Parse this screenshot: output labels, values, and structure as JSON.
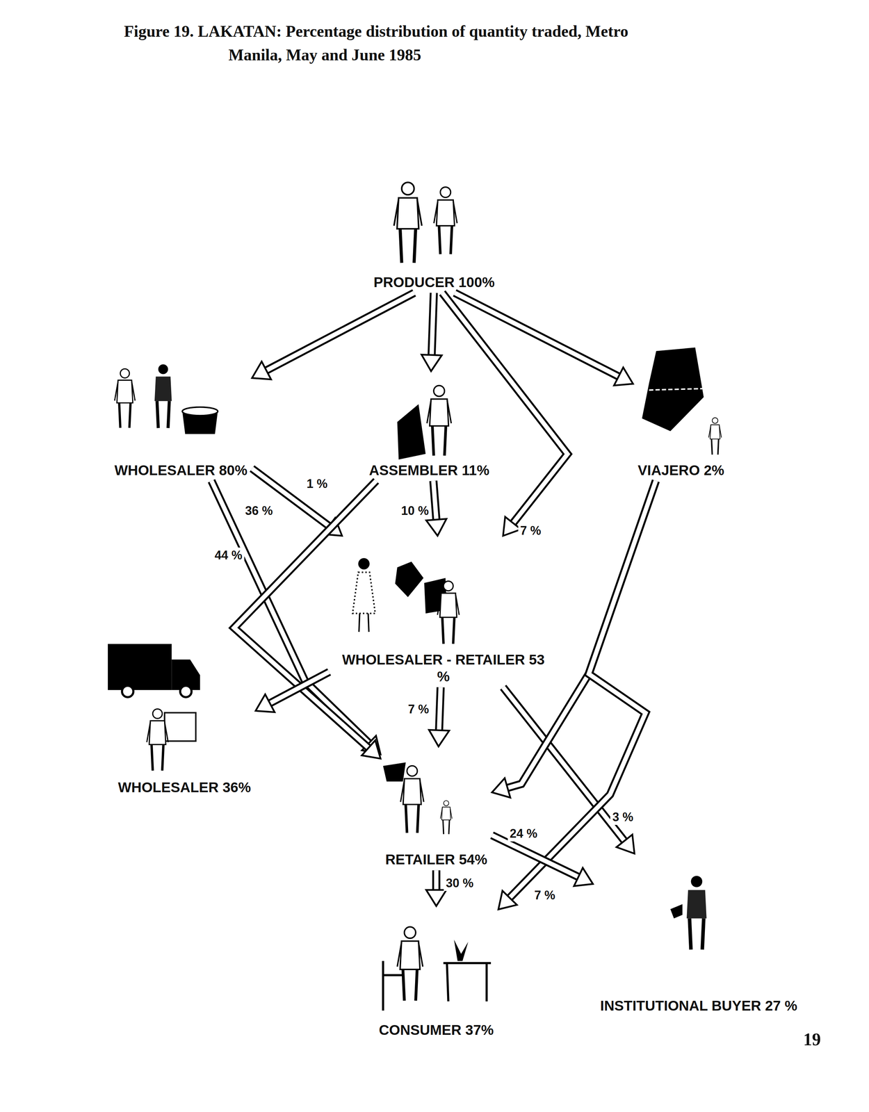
{
  "diagram": {
    "title": "Figure 19. LAKATAN: Percentage distribution of quantity traded, Metro Manila, May and June 1985",
    "nodes": [
      {
        "text": [
          "PRODUCER 100%"
        ]
      },
      {
        "text": [
          "WHOLESALER 80%"
        ]
      },
      {
        "text": [
          "ASSEMBLER 11%"
        ]
      },
      {
        "text": [
          "VIAJERO 2%"
        ]
      },
      {
        "text": [
          "WHOLESALER - RETAILER 53 %"
        ]
      },
      {
        "text": [
          "WHOLESALER 36%"
        ]
      },
      {
        "text": [
          "RETAILER 54%"
        ]
      },
      {
        "text": [
          "CONSUMER 37%"
        ]
      },
      {
        "text": [
          "INSTITUTIONAL BUYER 27 %"
        ]
      }
    ],
    "edges": [
      {
        "from": 0,
        "to": 1,
        "arrow": "to"
      },
      {
        "from": 0,
        "to": 2,
        "arrow": "to"
      },
      {
        "from": 0,
        "to": 3,
        "arrow": "to"
      },
      {
        "from": 0,
        "to": 4,
        "label": "7 %",
        "arrow": "to"
      },
      {
        "from": 2,
        "to": 4,
        "label": "10 %",
        "arrow": "to"
      },
      {
        "from": 1,
        "to": 4,
        "label": "36 %",
        "arrow": "to"
      },
      {
        "from": 1,
        "to": 6,
        "label": "44 %",
        "arrow": "to"
      },
      {
        "from": 2,
        "to": 6,
        "label": "1 %",
        "arrow": "to"
      },
      {
        "from": 4,
        "to": 5,
        "arrow": "to"
      },
      {
        "from": 4,
        "to": 6,
        "label": "7 %",
        "arrow": "to"
      },
      {
        "from": 4,
        "to": 8,
        "label": "3 %",
        "arrow": "to"
      },
      {
        "from": 3,
        "to": 6,
        "arrow": "to"
      },
      {
        "from": 3,
        "to": 7,
        "label": "7 %",
        "arrow": "to"
      },
      {
        "from": 6,
        "to": 7,
        "label": "30 %",
        "arrow": "to"
      },
      {
        "from": 6,
        "to": 8,
        "label": "24 %",
        "arrow": "to"
      }
    ],
    "labels": [
      "19"
    ]
  }
}
